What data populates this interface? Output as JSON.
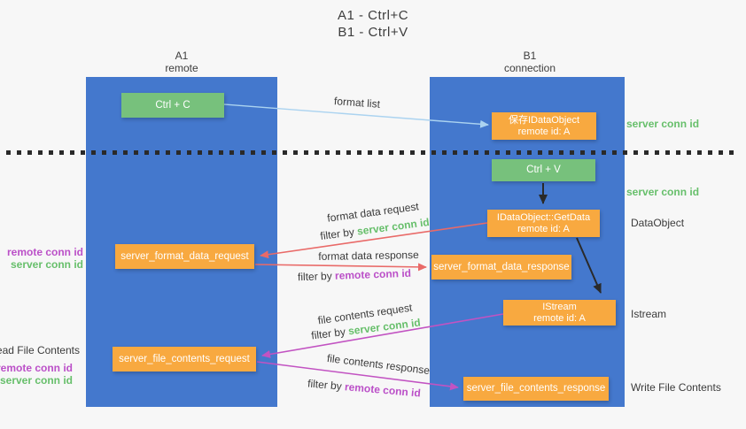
{
  "title": {
    "line1": "A1 - Ctrl+C",
    "line2": "B1 - Ctrl+V"
  },
  "lanes": {
    "left": {
      "name": "A1",
      "role": "remote"
    },
    "right": {
      "name": "B1",
      "role": "connection"
    }
  },
  "nodes": {
    "ctrl_c": {
      "label": "Ctrl + C"
    },
    "ctrl_v": {
      "label": "Ctrl + V"
    },
    "save_idataobject": {
      "line1": "保存IDataObject",
      "line2": "remote id: A"
    },
    "idataobject_getdata": {
      "line1": "IDataObject::GetData",
      "line2": "remote id: A"
    },
    "istream": {
      "line1": "IStream",
      "line2": "remote id: A"
    },
    "server_format_data_request": {
      "label": "server_format_data_request"
    },
    "server_format_data_response": {
      "label": "server_format_data_response"
    },
    "server_file_contents_request": {
      "label": "server_file_contents_request"
    },
    "server_file_contents_response": {
      "label": "server_file_contents_response"
    }
  },
  "flow_labels": {
    "format_list": "format list",
    "format_data_request": "format data request",
    "format_data_response": "format data response",
    "file_contents_request": "file contents request",
    "file_contents_response": "file contents response",
    "filter_by": "filter by ",
    "server_conn_id": "server conn id",
    "remote_conn_id": "remote conn id"
  },
  "side_labels": {
    "server_conn_id_top": "server conn id",
    "server_conn_id_mid": "server conn id",
    "dataobject": "DataObject",
    "istream": "Istream",
    "write_file_contents": "Write File Contents",
    "read_file_contents": "Read File Contents",
    "remote_conn_id": "remote conn id",
    "server_conn_id": "server conn id"
  },
  "colors": {
    "lane-blue": "#4478cd",
    "box-green": "#77c17c",
    "box-orange": "#f8a940",
    "green-text": "#67bf6b",
    "purple-text": "#bb50c8",
    "red-arrow": "#e96a68",
    "purple-arrow": "#c253c2",
    "blue-arrow": "#abd3f0",
    "ink": "#2a2a2a"
  }
}
